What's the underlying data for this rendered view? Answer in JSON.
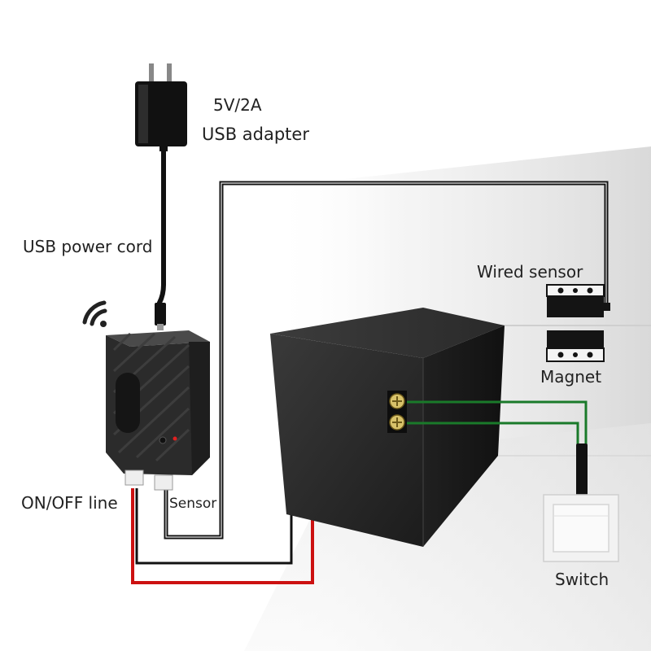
{
  "labels": {
    "adapter_rating": "5V/2A",
    "adapter_name": "USB adapter",
    "power_cord": "USB power cord",
    "wired_sensor": "Wired sensor",
    "magnet": "Magnet",
    "on_off_line": "ON/OFF line",
    "sensor_port": "Sensor",
    "switch": "Switch"
  },
  "colors": {
    "red_wire": "#cc1111",
    "green_wire": "#1a7a2a",
    "black_wire": "#111111",
    "device_body": "#2b2b2b",
    "led": "#e02020",
    "background_wall": "#ececec"
  },
  "icons": {
    "wifi": "wifi-icon",
    "adapter": "usb-adapter-icon",
    "controller": "wifi-garage-controller-icon",
    "opener": "garage-door-opener-icon",
    "terminal": "screw-terminal-icon",
    "sensor": "wired-sensor-icon",
    "magnet": "magnet-icon",
    "switch": "wall-switch-icon"
  }
}
